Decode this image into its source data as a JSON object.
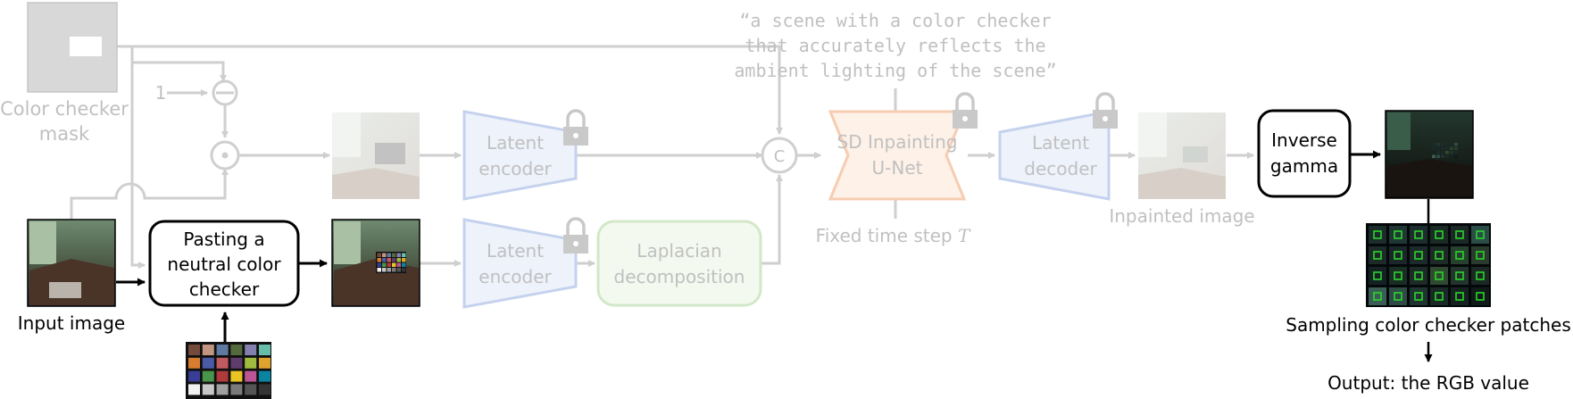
{
  "labels": {
    "mask": [
      "Color checker",
      "mask"
    ],
    "one": "1",
    "prompt": [
      "“a scene with a color checker",
      "that accurately reflects the",
      "ambient lighting of the scene”"
    ],
    "latent_encoder_top": [
      "Latent",
      "encoder"
    ],
    "latent_encoder_bottom": [
      "Latent",
      "encoder"
    ],
    "laplacian": [
      "Laplacian",
      "decomposition"
    ],
    "concat": "C",
    "sd_unet": [
      "SD Inpainting",
      "U-Net"
    ],
    "fixed_step": "Fixed time step",
    "fixed_step_symbol": "T",
    "latent_decoder": [
      "Latent",
      "decoder"
    ],
    "inpainted": "Inpainted image",
    "inverse_gamma": [
      "Inverse",
      "gamma"
    ],
    "pasting": [
      "Pasting a",
      "neutral color",
      "checker"
    ],
    "input": "Input image",
    "sampling": "Sampling color checker patches",
    "output": "Output: the RGB value"
  },
  "colors": {
    "faded_line": "#cfcfcf",
    "faded_text": "#c0c0c0",
    "encoder_fill": "#eef2fb",
    "encoder_stroke": "#c5d2ee",
    "laplacian_fill": "#f3f9ef",
    "laplacian_stroke": "#d3e8c8",
    "unet_fill": "#fdf1e8",
    "unet_stroke": "#f6cdb0",
    "lock": "#c9c9c9",
    "active": "#000000",
    "patch_highlight": "#2bd62b"
  },
  "checker_swatches": [
    "#744a3a",
    "#c29580",
    "#5f7aa0",
    "#546a3c",
    "#8380b0",
    "#67bdaa",
    "#d87d2e",
    "#4a5aa5",
    "#c05a61",
    "#5e3c6b",
    "#9fbc40",
    "#e0a32e",
    "#383d96",
    "#479649",
    "#b03a3a",
    "#e8c522",
    "#bb5595",
    "#0a85a1",
    "#f2f2f2",
    "#c8c8c8",
    "#a0a0a0",
    "#7a7a7a",
    "#555555",
    "#343434"
  ],
  "sampled_patches": [
    "#1b2c2a",
    "#203633",
    "#1d2c2c",
    "#1a2a24",
    "#1c2826",
    "#2b4d48",
    "#1c2b27",
    "#1a2628",
    "#1c2a29",
    "#1e2a26",
    "#26422e",
    "#2a3a2c",
    "#152224",
    "#1a2d25",
    "#1d2a27",
    "#2f4a30",
    "#23342c",
    "#1b2824",
    "#3a5e55",
    "#2d4a44",
    "#1f3431",
    "#1a2925",
    "#162220",
    "#101a18"
  ]
}
